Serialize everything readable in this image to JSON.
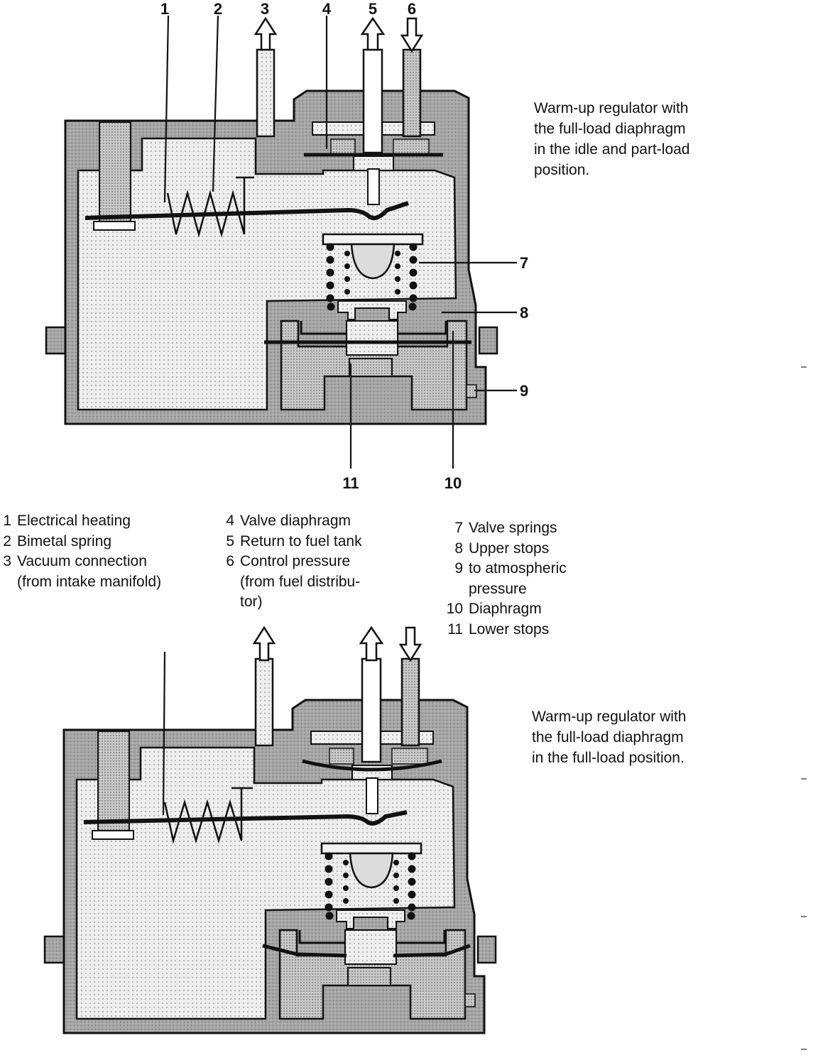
{
  "figure1": {
    "caption": "Warm-up regulator with\nthe full-load diaphragm\nin the idle and part-load\nposition."
  },
  "figure2": {
    "caption": "Warm-up regulator with\nthe full-load diaphragm\nin the full-load position."
  },
  "callouts": [
    "1",
    "2",
    "3",
    "4",
    "5",
    "6",
    "7",
    "8",
    "9",
    "10",
    "11"
  ],
  "legend": {
    "col1": [
      {
        "num": "1",
        "text": "Electrical heating"
      },
      {
        "num": "2",
        "text": "Bimetal spring"
      },
      {
        "num": "3",
        "text": "Vacuum connection\n(from intake manifold)"
      }
    ],
    "col2": [
      {
        "num": "4",
        "text": "Valve diaphragm"
      },
      {
        "num": "5",
        "text": "Return to fuel tank"
      },
      {
        "num": "6",
        "text": "Control pressure\n(from fuel distribu-\ntor)"
      }
    ],
    "col3": [
      {
        "num": "7",
        "text": "Valve springs"
      },
      {
        "num": "8",
        "text": "Upper stops"
      },
      {
        "num": "9",
        "text": "to atmospheric\npressure"
      },
      {
        "num": "10",
        "text": "Diaphragm"
      },
      {
        "num": "11",
        "text": "Lower stops"
      }
    ]
  },
  "colors": {
    "housing": "#a9a9a9",
    "chamber": "#ebebeb",
    "dense": "#c4c4c4",
    "ink": "#111111"
  }
}
